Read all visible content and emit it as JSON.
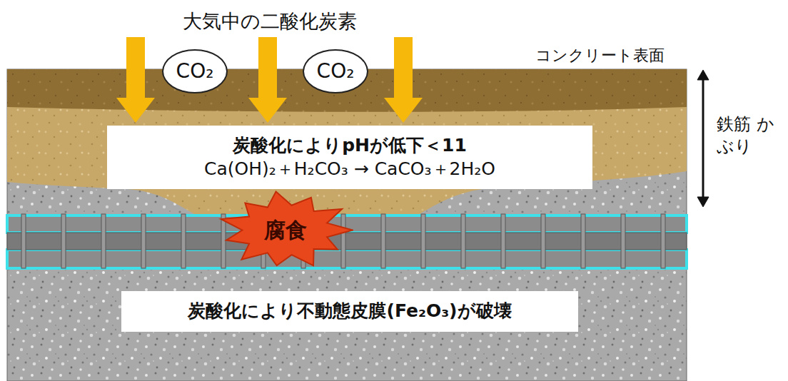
{
  "diagram": {
    "nodes": [
      {
        "text": [
          "CO₂"
        ]
      },
      {
        "text": [
          "CO₂"
        ]
      },
      {
        "text": [
          "炭酸化によりpHが低下＜11",
          "Ca(OH)₂＋H₂CO₃ → CaCO₃＋2H₂O"
        ]
      },
      {
        "text": [
          "腐食"
        ]
      },
      {
        "text": [
          "炭酸化により不動態皮膜(Fe₂O₃)が破壊"
        ]
      }
    ],
    "labels": [
      "大気中の二酸化炭素",
      "コンクリート表面",
      "鉄筋 かぶり"
    ]
  }
}
